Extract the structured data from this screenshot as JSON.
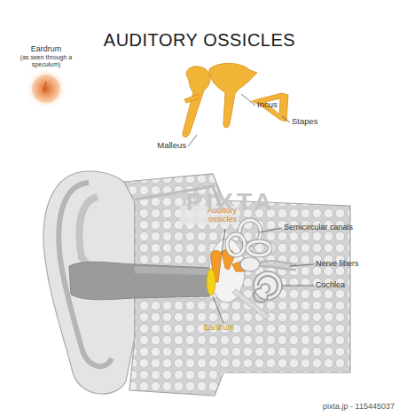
{
  "diagram": {
    "title": "AUDITORY OSSICLES",
    "labels": [
      "Eardrum",
      "(as seen through a speculum)",
      "Malleus",
      "Incus",
      "Stapes",
      "Auditory ossicles",
      "Semicircular canals",
      "Nerve fibers",
      "Cochlea",
      "Eardrum",
      "PIXTA",
      "pixta.jp - 115445037"
    ]
  }
}
